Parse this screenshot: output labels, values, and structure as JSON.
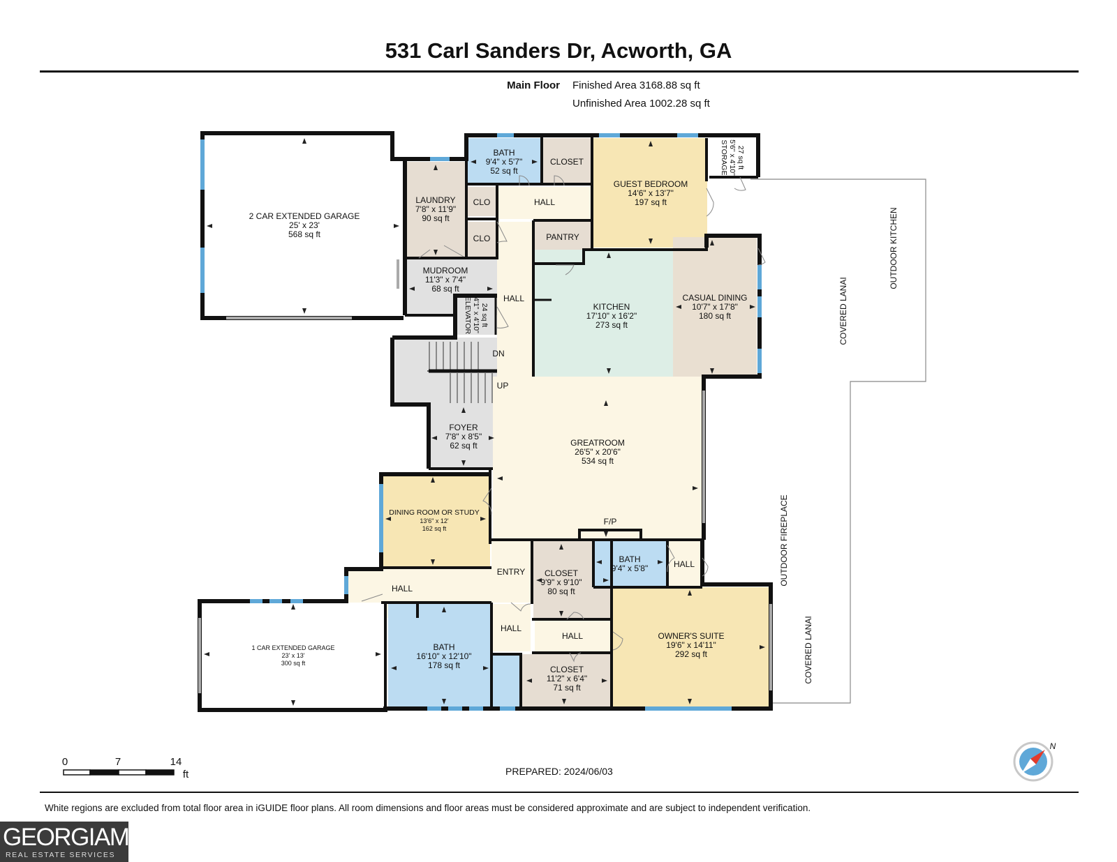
{
  "header": {
    "title": "531 Carl Sanders Dr, Acworth, GA",
    "floor_label": "Main Floor",
    "finished_area": "Finished Area 3168.88 sq ft",
    "unfinished_area": "Unfinished Area 1002.28 sq ft"
  },
  "rooms": {
    "garage2": {
      "name": "2 CAR EXTENDED GARAGE",
      "dims": "25' x 23'",
      "area": "568 sq ft"
    },
    "laundry": {
      "name": "LAUNDRY",
      "dims": "7'8\" x 11'9\"",
      "area": "90 sq ft"
    },
    "bath1": {
      "name": "BATH",
      "dims": "9'4\" x 5'7\"",
      "area": "52 sq ft"
    },
    "closet1": {
      "name": "CLOSET"
    },
    "clo1": {
      "name": "CLO"
    },
    "clo2": {
      "name": "CLO"
    },
    "hall_top": {
      "name": "HALL"
    },
    "pantry": {
      "name": "PANTRY"
    },
    "guest_bedroom": {
      "name": "GUEST BEDROOM",
      "dims": "14'6\" x 13'7\"",
      "area": "197 sq ft"
    },
    "storage": {
      "name": "STORAGE",
      "dims": "5'6\" x 4'10\"",
      "area": "27 sq ft"
    },
    "mudroom": {
      "name": "MUDROOM",
      "dims": "11'3\" x 7'4\"",
      "area": "68 sq ft"
    },
    "elevator": {
      "name": "ELEVATOR",
      "dims": "4'1\" x 4'10\"",
      "area": "24 sq ft"
    },
    "hall_mid": {
      "name": "HALL"
    },
    "kitchen": {
      "name": "KITCHEN",
      "dims": "17'10\" x 16'2\"",
      "area": "273 sq ft"
    },
    "casual_dining": {
      "name": "CASUAL DINING",
      "dims": "10'7\" x 17'8\"",
      "area": "180 sq ft"
    },
    "stairs_dn": {
      "name": "DN"
    },
    "stairs_up": {
      "name": "UP"
    },
    "foyer": {
      "name": "FOYER",
      "dims": "7'8\" x 8'5\"",
      "area": "62 sq ft"
    },
    "greatroom": {
      "name": "GREATROOM",
      "dims": "26'5\" x 20'6\"",
      "area": "534 sq ft"
    },
    "dining_study": {
      "name": "DINING ROOM OR STUDY",
      "dims": "13'6\" x 12'",
      "area": "162 sq ft"
    },
    "fireplace": {
      "name": "F/P"
    },
    "entry": {
      "name": "ENTRY"
    },
    "closet2": {
      "name": "CLOSET",
      "dims": "9'9\" x 9'10\"",
      "area": "80 sq ft"
    },
    "bath2": {
      "name": "BATH",
      "dims": "9'4\" x 5'8\""
    },
    "hall_right": {
      "name": "HALL"
    },
    "hall_lower": {
      "name": "HALL"
    },
    "garage1": {
      "name": "1 CAR EXTENDED GARAGE",
      "dims": "23' x 13'",
      "area": "300 sq ft"
    },
    "bath3": {
      "name": "BATH",
      "dims": "16'10\" x 12'10\"",
      "area": "178 sq ft"
    },
    "hall_small": {
      "name": "HALL"
    },
    "hall_center": {
      "name": "HALL"
    },
    "closet3": {
      "name": "CLOSET",
      "dims": "11'2\" x 6'4\"",
      "area": "71 sq ft"
    },
    "owners_suite": {
      "name": "OWNER'S SUITE",
      "dims": "19'6\" x 14'11\"",
      "area": "292 sq ft"
    }
  },
  "outdoor": {
    "outdoor_kitchen": "OUTDOOR KITCHEN",
    "covered_lanai_top": "COVERED LANAI",
    "outdoor_fireplace": "OUTDOOR FIREPLACE",
    "covered_lanai_bottom": "COVERED LANAI"
  },
  "scale": {
    "ticks": [
      "0",
      "7",
      "14"
    ],
    "unit": "ft"
  },
  "compass": {
    "label": "N"
  },
  "footer": {
    "prepared": "PREPARED: 2024/06/03",
    "disclaimer": "White regions are excluded from total floor area in iGUIDE floor plans. All room dimensions and floor areas must be considered approximate and are subject to independent verification."
  },
  "logo": {
    "main": "GEORGIAMLS",
    "sub": "REAL ESTATE SERVICES"
  },
  "colors": {
    "wall": "#111111",
    "window": "#5fa8d8",
    "garage": "#ffffff",
    "laundry": "#e6ddd2",
    "bath": "#bcdcf2",
    "guest_bedroom": "#f7e6b4",
    "kitchen": "#ddeee6",
    "casual_dining": "#e9dfd1",
    "greatroom": "#fcf6e4",
    "gray_room": "#e1e1e1",
    "hall": "#fcf6e4"
  }
}
